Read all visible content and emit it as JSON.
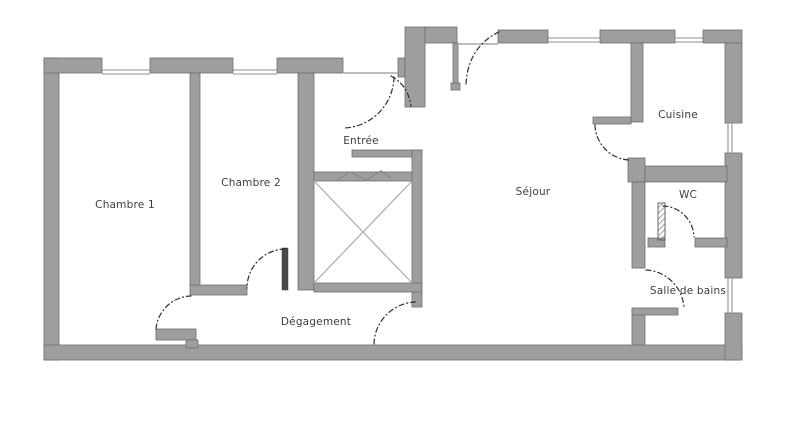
{
  "floor_plan": {
    "type": "apartment-floor-plan",
    "rooms": [
      {
        "id": "chambre-1",
        "label": "Chambre 1"
      },
      {
        "id": "chambre-2",
        "label": "Chambre 2"
      },
      {
        "id": "entree",
        "label": "Entrée"
      },
      {
        "id": "sejour",
        "label": "Séjour"
      },
      {
        "id": "cuisine",
        "label": "Cuisine"
      },
      {
        "id": "wc",
        "label": "WC"
      },
      {
        "id": "salle-de-bains",
        "label": "Salle de bains"
      },
      {
        "id": "degagement",
        "label": "Dégagement"
      }
    ],
    "features": [
      {
        "id": "elevator-shaft",
        "symbol": "crossed-box"
      },
      {
        "id": "wc-sliding-door",
        "symbol": "hatched-strip"
      },
      {
        "id": "door-swings",
        "symbol": "dashed-arcs",
        "count": 9
      },
      {
        "id": "windows",
        "symbol": "thin-double-lines",
        "count": 6
      }
    ],
    "colors": {
      "background": "#ffffff",
      "wall_fill": "#9e9e9e",
      "wall_edge": "#6e6e6e",
      "door_leaf": "#4a4a4a",
      "window_line": "#8f8f8f",
      "door_arc": "#2f2f2f",
      "shaft_cross": "#ababab",
      "label_text": "#3d3d3d"
    }
  }
}
